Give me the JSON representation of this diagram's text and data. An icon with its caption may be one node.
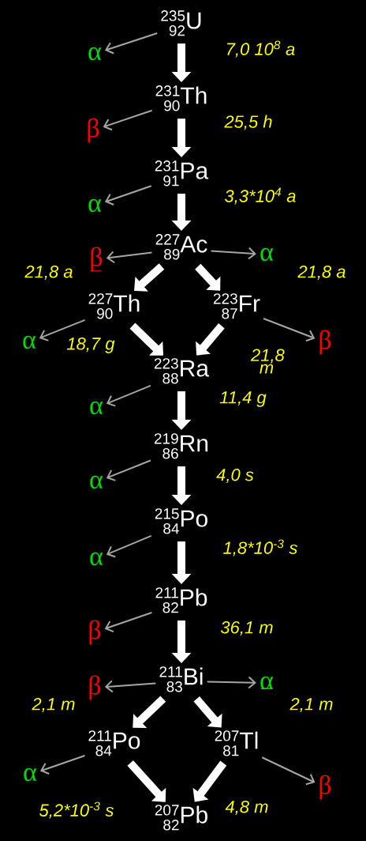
{
  "diagram": {
    "nodes": [
      {
        "text": [
          "235",
          "92",
          "U"
        ],
        "beside": [
          "7,0 10$^{8}$ a"
        ]
      },
      {
        "text": [
          "α"
        ]
      },
      {
        "text": [
          "231",
          "90",
          "Th"
        ],
        "beside": [
          "25,5 h"
        ]
      },
      {
        "text": [
          "β"
        ]
      },
      {
        "text": [
          "231",
          "91",
          "Pa"
        ],
        "beside": [
          "3,3*10$^{4}$ a"
        ]
      },
      {
        "text": [
          "α"
        ]
      },
      {
        "text": [
          "227",
          "89",
          "Ac"
        ]
      },
      {
        "text": [
          "β"
        ],
        "beside": [
          "21,8 a"
        ]
      },
      {
        "text": [
          "α"
        ],
        "beside": [
          "21,8 a"
        ]
      },
      {
        "text": [
          "227",
          "90",
          "Th"
        ],
        "beside": [
          "18,7 g"
        ]
      },
      {
        "text": [
          "223",
          "87",
          "Fr"
        ],
        "beside": [
          "21,8 m"
        ]
      },
      {
        "text": [
          "α"
        ]
      },
      {
        "text": [
          "β"
        ]
      },
      {
        "text": [
          "223",
          "88",
          "Ra"
        ],
        "beside": [
          "11,4 g"
        ]
      },
      {
        "text": [
          "α"
        ]
      },
      {
        "text": [
          "219",
          "86",
          "Rn"
        ],
        "beside": [
          "4,0 s"
        ]
      },
      {
        "text": [
          "α"
        ]
      },
      {
        "text": [
          "215",
          "84",
          "Po"
        ],
        "beside": [
          "1,8*10$^{-3}$ s"
        ]
      },
      {
        "text": [
          "α"
        ]
      },
      {
        "text": [
          "211",
          "82",
          "Pb"
        ],
        "beside": [
          "36,1 m"
        ]
      },
      {
        "text": [
          "β"
        ]
      },
      {
        "text": [
          "211",
          "83",
          "Bi"
        ]
      },
      {
        "text": [
          "β"
        ],
        "beside": [
          "2,1 m"
        ]
      },
      {
        "text": [
          "α"
        ],
        "beside": [
          "2,1 m"
        ]
      },
      {
        "text": [
          "211",
          "84",
          "Po"
        ]
      },
      {
        "text": [
          "207",
          "81",
          "Tl"
        ]
      },
      {
        "text": [
          "α"
        ]
      },
      {
        "text": [
          "β"
        ]
      },
      {
        "text": [
          "207",
          "82",
          "Pb"
        ]
      }
    ],
    "edges": [
      {
        "from": 0,
        "to": 2,
        "arrow": "to",
        "style": "thick",
        "color": "#ffffff"
      },
      {
        "from": 0,
        "to": 1,
        "arrow": "to",
        "color": "#a6a6a6"
      },
      {
        "from": 2,
        "to": 4,
        "arrow": "to",
        "style": "thick",
        "color": "#ffffff"
      },
      {
        "from": 2,
        "to": 3,
        "arrow": "to",
        "color": "#a6a6a6"
      },
      {
        "from": 4,
        "to": 6,
        "arrow": "to",
        "style": "thick",
        "color": "#ffffff"
      },
      {
        "from": 4,
        "to": 5,
        "arrow": "to",
        "color": "#a6a6a6"
      },
      {
        "from": 6,
        "to": 7,
        "arrow": "to",
        "color": "#a6a6a6"
      },
      {
        "from": 6,
        "to": 8,
        "arrow": "to",
        "color": "#a6a6a6"
      },
      {
        "from": 6,
        "to": 9,
        "arrow": "to",
        "style": "thick",
        "color": "#ffffff"
      },
      {
        "from": 6,
        "to": 10,
        "arrow": "to",
        "style": "thick",
        "color": "#ffffff"
      },
      {
        "from": 9,
        "to": 11,
        "arrow": "to",
        "color": "#a6a6a6"
      },
      {
        "from": 10,
        "to": 12,
        "arrow": "to",
        "color": "#a6a6a6"
      },
      {
        "from": 9,
        "to": 13,
        "arrow": "to",
        "style": "thick",
        "color": "#ffffff"
      },
      {
        "from": 10,
        "to": 13,
        "arrow": "to",
        "style": "thick",
        "color": "#ffffff"
      },
      {
        "from": 13,
        "to": 14,
        "arrow": "to",
        "color": "#a6a6a6"
      },
      {
        "from": 13,
        "to": 15,
        "arrow": "to",
        "style": "thick",
        "color": "#ffffff"
      },
      {
        "from": 15,
        "to": 16,
        "arrow": "to",
        "color": "#a6a6a6"
      },
      {
        "from": 15,
        "to": 17,
        "arrow": "to",
        "style": "thick",
        "color": "#ffffff"
      },
      {
        "from": 17,
        "to": 18,
        "arrow": "to",
        "color": "#a6a6a6"
      },
      {
        "from": 17,
        "to": 19,
        "arrow": "to",
        "style": "thick",
        "color": "#ffffff"
      },
      {
        "from": 19,
        "to": 20,
        "arrow": "to",
        "color": "#a6a6a6"
      },
      {
        "from": 19,
        "to": 21,
        "arrow": "to",
        "style": "thick",
        "color": "#ffffff"
      },
      {
        "from": 21,
        "to": 22,
        "arrow": "to",
        "color": "#a6a6a6"
      },
      {
        "from": 21,
        "to": 23,
        "arrow": "to",
        "color": "#a6a6a6"
      },
      {
        "from": 21,
        "to": 24,
        "arrow": "to",
        "style": "thick",
        "color": "#ffffff"
      },
      {
        "from": 21,
        "to": 25,
        "arrow": "to",
        "style": "thick",
        "color": "#ffffff"
      },
      {
        "from": 24,
        "to": 26,
        "arrow": "to",
        "color": "#a6a6a6"
      },
      {
        "from": 25,
        "to": 27,
        "arrow": "to",
        "color": "#a6a6a6"
      },
      {
        "from": 24,
        "to": 28,
        "arrow": "to",
        "style": "thick",
        "color": "#ffffff"
      },
      {
        "from": 25,
        "to": 28,
        "arrow": "to",
        "style": "thick",
        "color": "#ffffff"
      }
    ],
    "labels": [
      "5,2*10$^{-3}$ s",
      "4,8 m"
    ]
  }
}
